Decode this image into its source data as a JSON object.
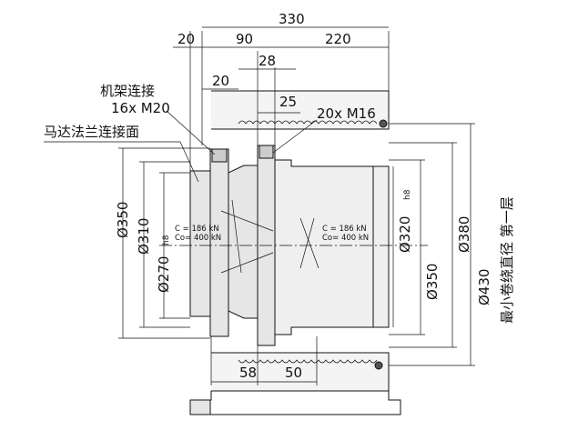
{
  "dimensions": {
    "top_total": "330",
    "top_20": "20",
    "top_90": "90",
    "top_220": "220",
    "top_28": "28",
    "left_20": "20",
    "bolt_25": "25",
    "bottom_58": "58",
    "bottom_50": "50",
    "d350_left": "Ø350",
    "d310": "Ø310",
    "d270": "Ø270",
    "d270_tol": "h8",
    "d320": "Ø320",
    "d320_tol": "h8",
    "d350_right": "Ø350",
    "d380": "Ø380",
    "d430": "Ø430"
  },
  "labels": {
    "frame_connection": "机架连接",
    "frame_bolts": "16x M20",
    "motor_flange": "马达法兰连接面",
    "drum_bolts": "20x M16",
    "min_drum_diameter": "最小卷绕直径 第一层"
  },
  "bearing_left": {
    "c": "C  = 186 kN",
    "co": "Co= 400 kN"
  },
  "bearing_right": {
    "c": "C  = 186 kN",
    "co": "Co= 400 kN"
  }
}
